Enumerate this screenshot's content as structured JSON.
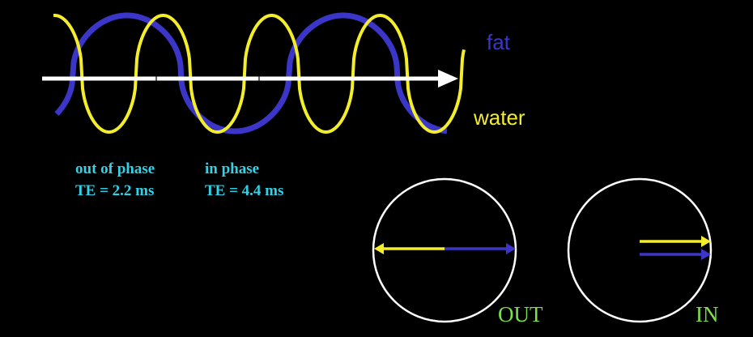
{
  "legend": {
    "fat_label": "fat",
    "water_label": "water"
  },
  "captions": {
    "left": {
      "line1": "out of phase",
      "line2": "TE = 2.2 ms"
    },
    "right": {
      "line1": "in phase",
      "line2": "TE = 4.4 ms"
    }
  },
  "phase_diagrams": {
    "out_label": "OUT",
    "in_label": "IN"
  },
  "colors": {
    "background": "#000000",
    "fat": "#3b36c8",
    "water": "#f4ee2a",
    "axis": "#ffffff",
    "caption": "#33d1e6",
    "state_label": "#7be04a",
    "circle": "#ffffff"
  }
}
